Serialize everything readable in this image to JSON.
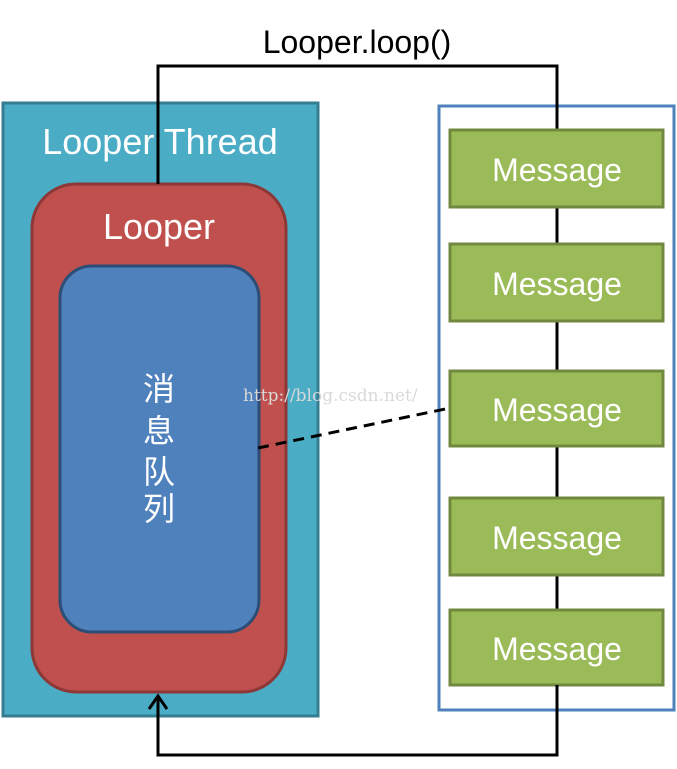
{
  "loop_label": "Looper.loop()",
  "thread": {
    "label": "Looper Thread",
    "color": "#4bacc6"
  },
  "looper": {
    "label": "Looper",
    "color": "#c0504d"
  },
  "queue": {
    "chars": [
      "消",
      "息",
      "队",
      "列"
    ],
    "color": "#4f81bd"
  },
  "messages": [
    {
      "label": "Message"
    },
    {
      "label": "Message"
    },
    {
      "label": "Message"
    },
    {
      "label": "Message"
    },
    {
      "label": "Message"
    }
  ],
  "message_color": "#9bbb59",
  "message_list_border_color": "#4f81bd",
  "watermark": "http://blog.csdn.net/"
}
